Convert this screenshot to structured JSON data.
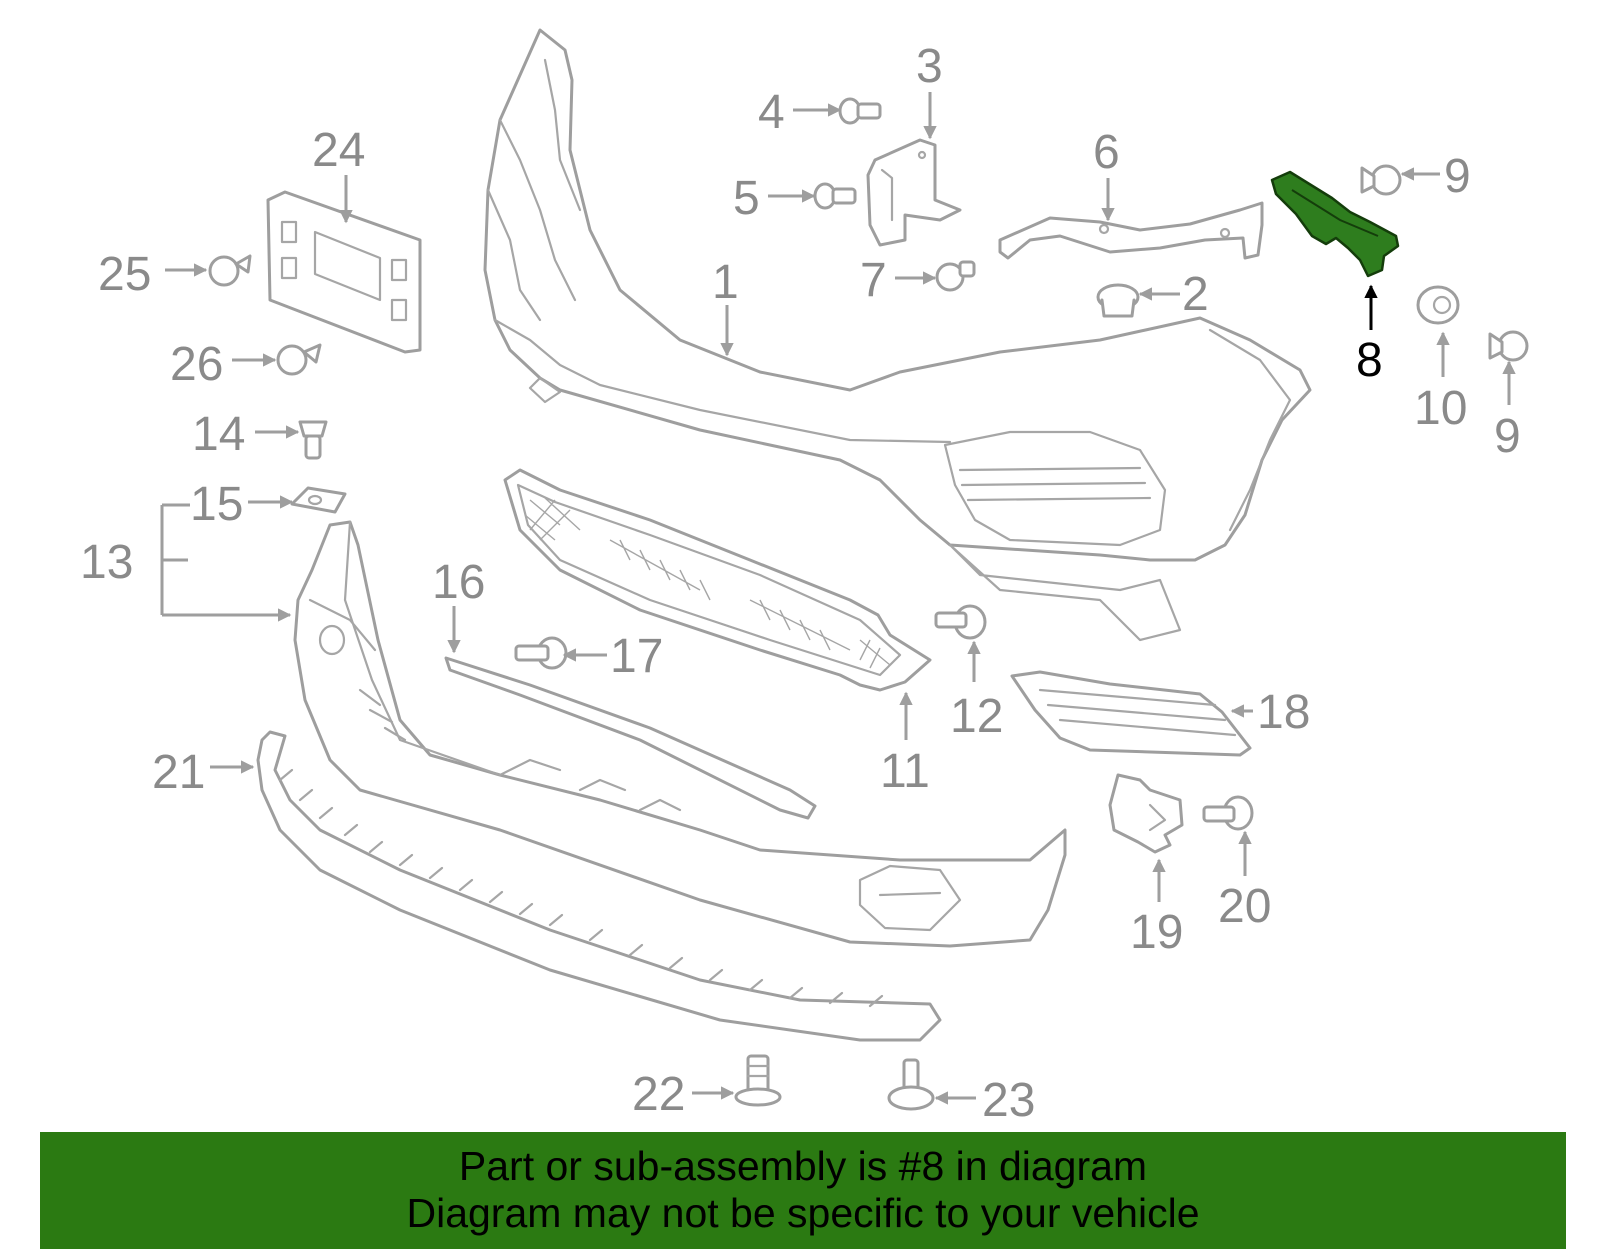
{
  "callouts": {
    "c1": "1",
    "c2": "2",
    "c3": "3",
    "c4": "4",
    "c5": "5",
    "c6": "6",
    "c7": "7",
    "c8": "8",
    "c9a": "9",
    "c9b": "9",
    "c10": "10",
    "c11": "11",
    "c12": "12",
    "c13": "13",
    "c14": "14",
    "c15": "15",
    "c16": "16",
    "c17": "17",
    "c18": "18",
    "c19": "19",
    "c20": "20",
    "c21": "21",
    "c22": "22",
    "c23": "23",
    "c24": "24",
    "c25": "25",
    "c26": "26"
  },
  "highlighted_part": "8",
  "colors": {
    "highlight_fill": "#2e7d1e",
    "banner": "#2b7a12",
    "line_art": "#9e9e9e"
  },
  "banner": {
    "line1": "Part or sub-assembly is #8 in diagram",
    "line2": "Diagram may not be specific to your vehicle"
  }
}
